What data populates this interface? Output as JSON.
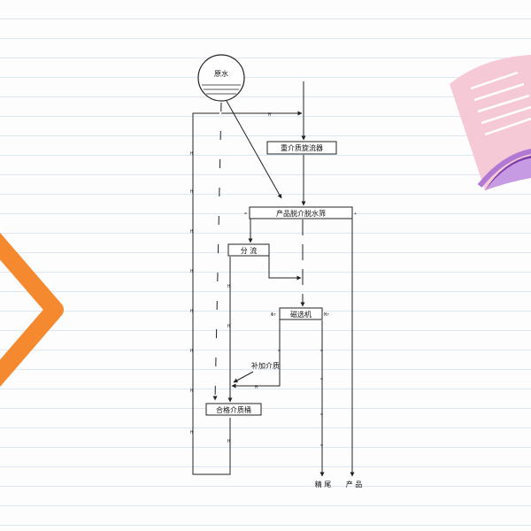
{
  "diagram": {
    "nodes": {
      "source_water": "原水",
      "filter": "重介质旋流器",
      "main_equipment": "产品脱介脱水筛",
      "split": "分 流",
      "magnetic_separator": "磁选机",
      "medium_makeup": "补加介质",
      "qualified_medium_bucket": "合格介质桶"
    },
    "outputs": {
      "tailings": "精 尾",
      "product": "产 品"
    },
    "stream_marks": {
      "sump_line": "H",
      "return_line": "H",
      "makeup_line": "H",
      "feed_marker": "H",
      "screen_left": "=",
      "screen_right": "+",
      "mag_left": "Φr",
      "mag_right": "Mr",
      "dash_mark": "="
    }
  }
}
